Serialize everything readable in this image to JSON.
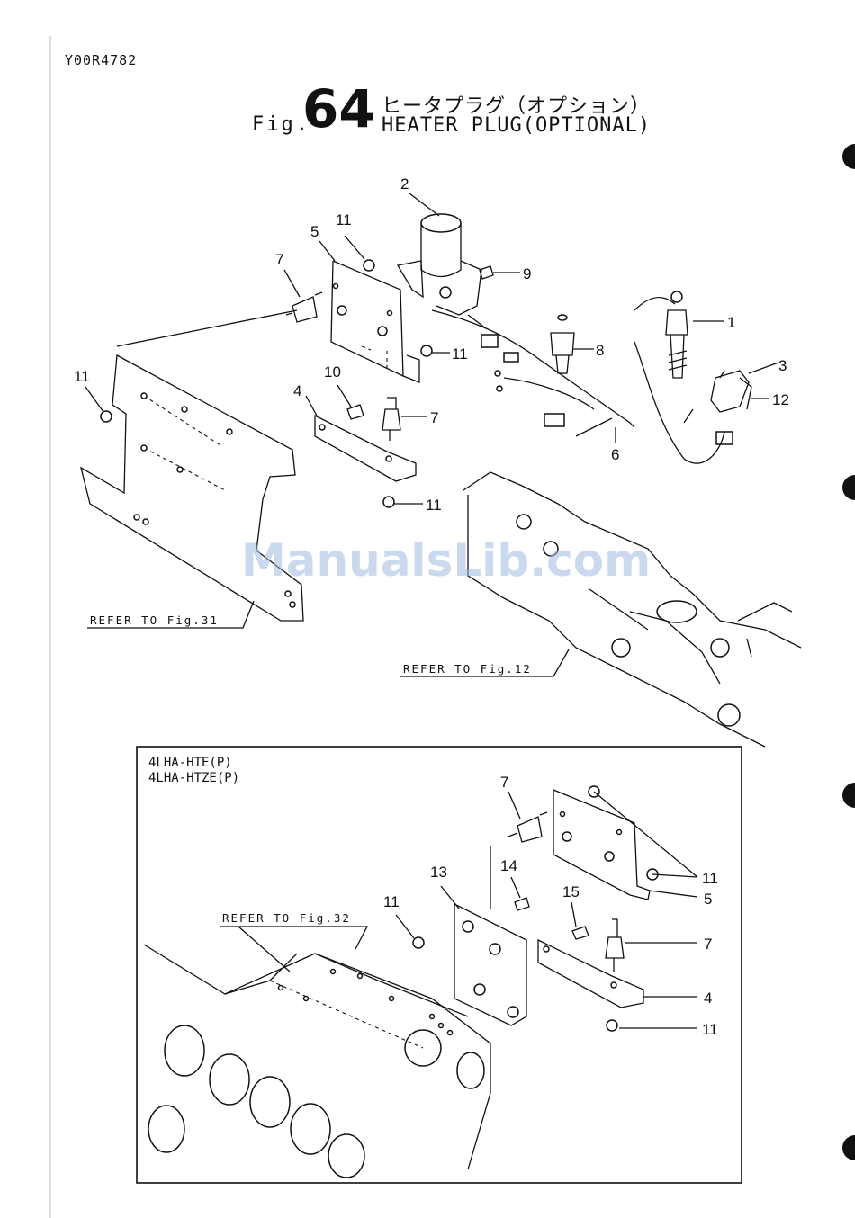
{
  "header": {
    "doc_code": "Y00R4782",
    "fig_prefix": "Fig.",
    "fig_number": "64",
    "title_jp": "ヒータプラグ（オプション）",
    "title_en": "HEATER PLUG(OPTIONAL)"
  },
  "main_diagram": {
    "callouts": [
      "2",
      "11",
      "5",
      "7",
      "9",
      "1",
      "8",
      "11",
      "3",
      "12",
      "11",
      "10",
      "4",
      "7",
      "6",
      "11"
    ],
    "refs": [
      "REFER TO Fig.31",
      "REFER TO Fig.12"
    ]
  },
  "inset": {
    "variants": [
      "4LHA-HTE(P)",
      "4LHA-HTZE(P)"
    ],
    "callouts": [
      "7",
      "11",
      "5",
      "13",
      "14",
      "15",
      "11",
      "7",
      "4",
      "11"
    ],
    "ref": "REFER TO Fig.32"
  },
  "watermark": "ManualsLib.com"
}
